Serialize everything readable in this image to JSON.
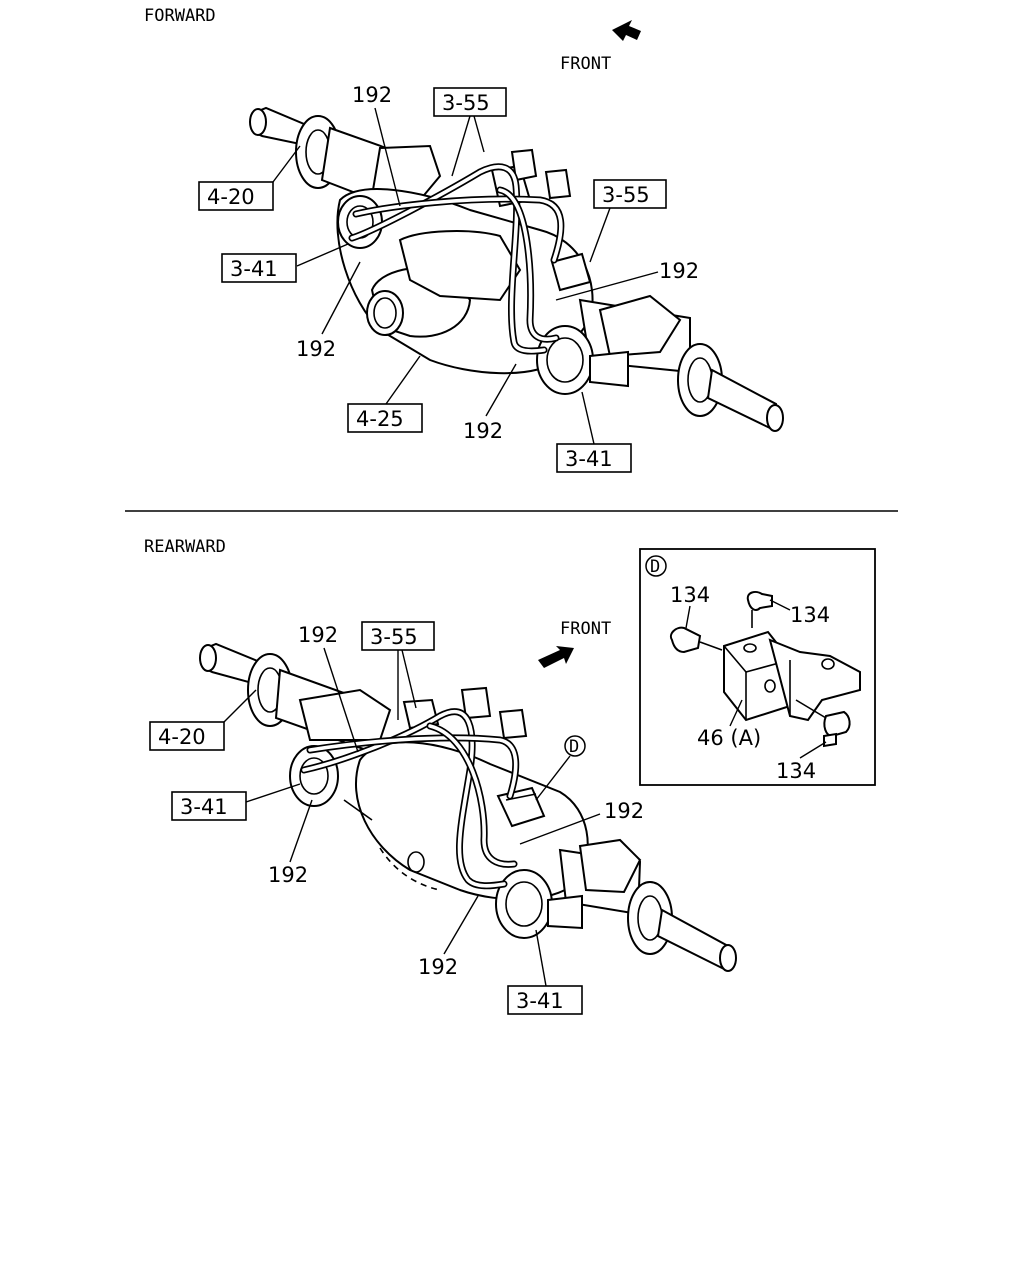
{
  "sections": {
    "forward": {
      "title": "FORWARD",
      "front": "FRONT"
    },
    "rearward": {
      "title": "REARWARD",
      "front": "FRONT"
    }
  },
  "labels": {
    "fwd_192_top": "192",
    "fwd_355_top": "3-55",
    "fwd_355_right": "3-55",
    "fwd_420": "4-20",
    "fwd_341_left": "3-41",
    "fwd_192_right": "192",
    "fwd_192_left": "192",
    "fwd_425": "4-25",
    "fwd_192_bottom": "192",
    "fwd_341_bottom": "3-41",
    "rwd_192_top": "192",
    "rwd_355_top": "3-55",
    "rwd_420": "4-20",
    "rwd_341_left": "3-41",
    "rwd_192_left": "192",
    "rwd_192_right": "192",
    "rwd_192_bottom": "192",
    "rwd_341_bottom": "3-41",
    "rwd_callout_d": "D"
  },
  "detail": {
    "circle_label": "D",
    "part_134_a": "134",
    "part_134_b": "134",
    "part_134_c": "134",
    "part_46": "46 (A)"
  }
}
